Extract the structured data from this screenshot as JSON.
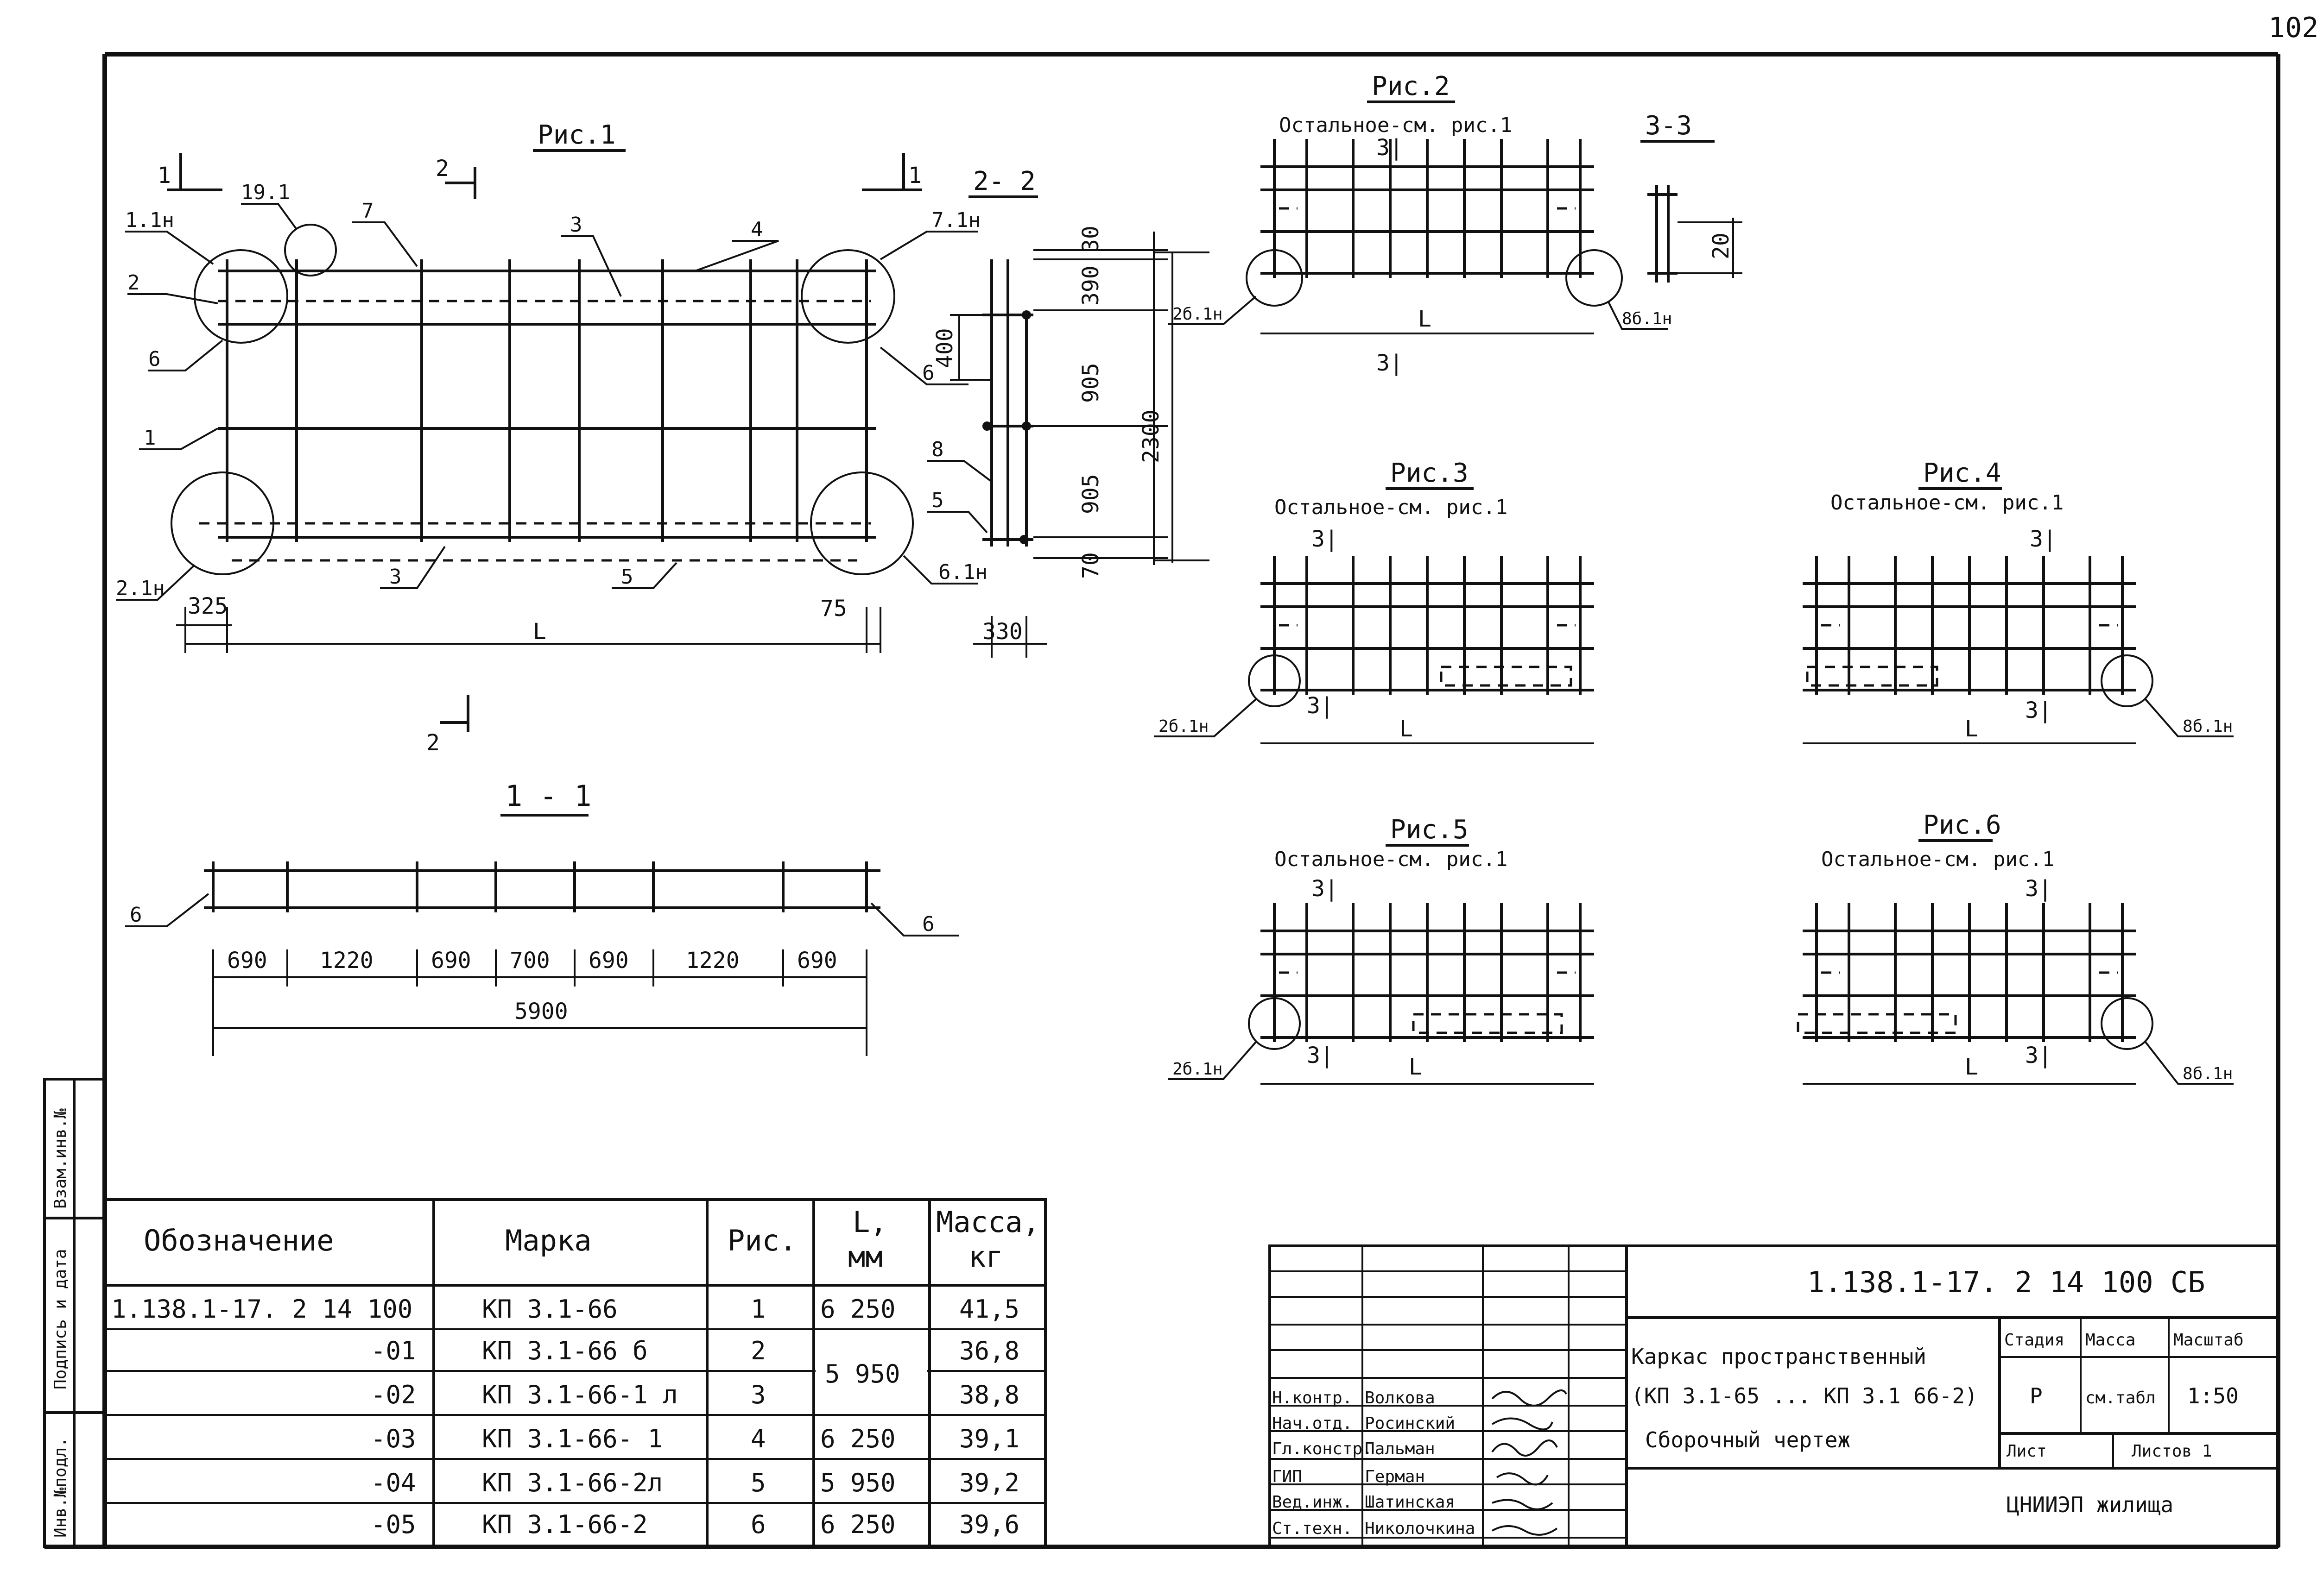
{
  "page_number": "102",
  "fig1": {
    "title": "Рис.1",
    "section_1": "1",
    "section_2": "2",
    "labels": {
      "n1_1": "1.1н",
      "n19_1": "19.1",
      "n7": "7",
      "n3a": "3",
      "n4": "4",
      "n7_1": "7.1н",
      "n2": "2",
      "n6a": "6",
      "n6b": "6",
      "n1": "1",
      "n2_1": "2.1н",
      "n3b": "3",
      "n5": "5",
      "n6_1": "6.1н"
    },
    "dims": {
      "d325": "325",
      "dL": "L",
      "d75": "75"
    }
  },
  "sec22": {
    "title": "2- 2",
    "labels": {
      "n8": "8",
      "n5": "5"
    },
    "dims": {
      "d30": "30",
      "d390": "390",
      "d400": "400",
      "d905a": "905",
      "d905b": "905",
      "d2300": "2300",
      "d70": "70",
      "d330": "330"
    }
  },
  "sec11": {
    "title": "1 - 1",
    "labels": {
      "left": "6",
      "right": "6"
    },
    "spans": [
      "690",
      "1220",
      "690",
      "700",
      "690",
      "1220",
      "690"
    ],
    "total": "5900"
  },
  "fig2": {
    "title": "Рис.2",
    "note": "Остальное-см. рис.1",
    "cut": "3|",
    "cut2": "3|",
    "lbl_left": "2б.1н",
    "lbl_right": "8б.1н",
    "dim": "L"
  },
  "sec33": {
    "title": "3-3",
    "dim": "20"
  },
  "fig3": {
    "title": "Рис.3",
    "note": "Остальное-см. рис.1",
    "cut": "3|",
    "cut2": "3|",
    "lbl": "2б.1н",
    "dim": "L"
  },
  "fig4": {
    "title": "Рис.4",
    "note": "Остальное-см. рис.1",
    "cut": "3|",
    "cut2": "3|",
    "lbl": "8б.1н",
    "dim": "L"
  },
  "fig5": {
    "title": "Рис.5",
    "note": "Остальное-см. рис.1",
    "cut": "3|",
    "cut2": "3|",
    "lbl": "2б.1н",
    "dim": "L"
  },
  "fig6": {
    "title": "Рис.6",
    "note": "Остальное-см. рис.1",
    "cut": "3|",
    "cut2": "3|",
    "lbl": "8б.1н",
    "dim": "L"
  },
  "side_stamp": {
    "a": "Инв.№подл.",
    "b": "Подпись и дата",
    "c": "Взам.инв.№"
  },
  "spec_table": {
    "headers": {
      "designation": "Обозначение",
      "mark": "Марка",
      "fig": "Рис.",
      "length_top": "L,",
      "length_bottom": "мм",
      "mass_top": "Масса,",
      "mass_bottom": "кг"
    },
    "rows": [
      {
        "designation": "1.138.1-17. 2 14 100",
        "mark": "КП 3.1-66",
        "fig": "1",
        "length": "6 250",
        "mass": "41,5"
      },
      {
        "designation": "-01",
        "mark": "КП 3.1-66 б",
        "fig": "2",
        "length": "",
        "mass": "36,8"
      },
      {
        "designation": "-02",
        "mark": "КП 3.1-66-1 л",
        "fig": "3",
        "length": "",
        "mass": "38,8"
      },
      {
        "designation": "-03",
        "mark": "КП 3.1-66- 1",
        "fig": "4",
        "length": "6 250",
        "mass": "39,1"
      },
      {
        "designation": "-04",
        "mark": "КП 3.1-66-2л",
        "fig": "5",
        "length": "5 950",
        "mass": "39,2"
      },
      {
        "designation": "-05",
        "mark": "КП 3.1-66-2",
        "fig": "6",
        "length": "6 250",
        "mass": "39,6"
      }
    ],
    "merged_length": "5 950"
  },
  "title_block": {
    "code": "1.138.1-17. 2 14 100 СБ",
    "name_1": "Каркас пространственный",
    "name_2": "(КП 3.1-65 ... КП 3.1 66-2)",
    "name_3": "Сборочный чертеж",
    "stage_h": "Стадия",
    "mass_h": "Масса",
    "scale_h": "Масштаб",
    "stage": "Р",
    "mass": "см.табл",
    "scale": "1:50",
    "sheet_h": "Лист",
    "sheets_h": "Листов 1",
    "org": "ЦНИИЭП жилища",
    "staff": [
      {
        "role": "Н.контр.",
        "name": "Волкова"
      },
      {
        "role": "Нач.отд.",
        "name": "Росинский"
      },
      {
        "role": "Гл.констр.",
        "name": "Пальман"
      },
      {
        "role": "ГИП",
        "name": "Герман"
      },
      {
        "role": "Вед.инж.",
        "name": "Шатинская"
      },
      {
        "role": "Ст.техн.",
        "name": "Николочкина"
      }
    ]
  }
}
